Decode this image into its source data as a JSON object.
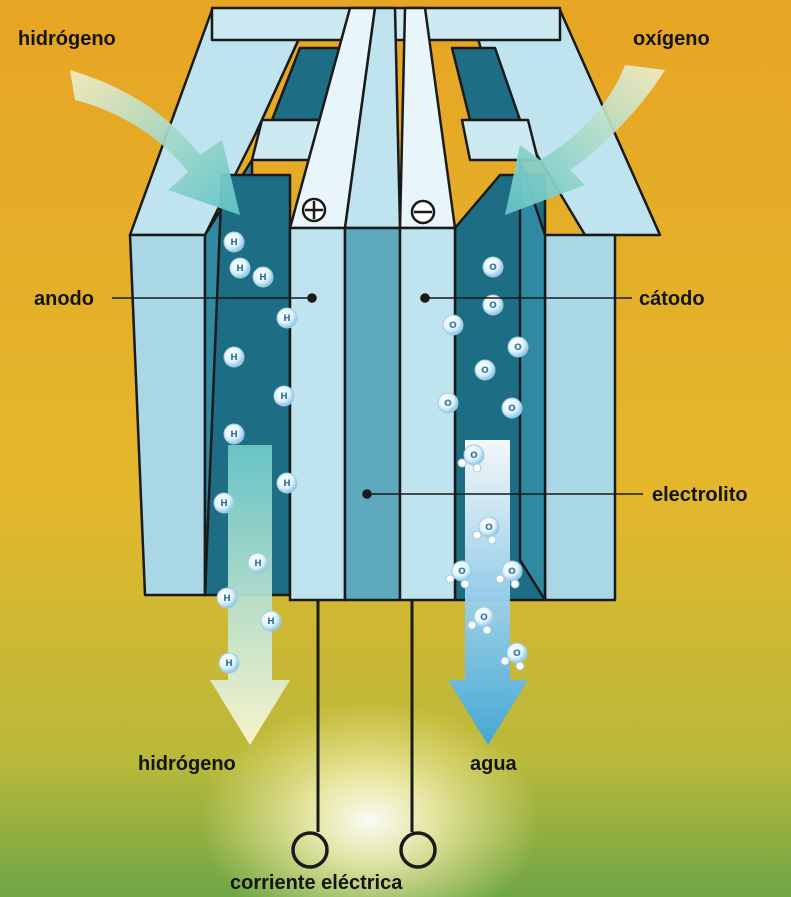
{
  "labels": {
    "hydrogen_in": "hidrógeno",
    "oxygen_in": "oxígeno",
    "anode": "anodo",
    "cathode": "cátodo",
    "electrolyte": "electrolito",
    "hydrogen_out": "hidrógeno",
    "water_out": "agua",
    "current": "corriente eléctrica"
  },
  "terminals": {
    "positive": "⊕",
    "negative": "⊖"
  },
  "atoms": {
    "hydrogen": "H",
    "oxygen": "O"
  },
  "colors": {
    "background_top": "#e8a722",
    "background_bottom": "#7fae3f",
    "plate_light": "#a9d7e6",
    "plate_face": "#bfe4ef",
    "channel_dark": "#1d6d85",
    "electrolyte": "#5fa9bf",
    "outline": "#1a1a1a",
    "water_arrow": "#4aaee0"
  }
}
